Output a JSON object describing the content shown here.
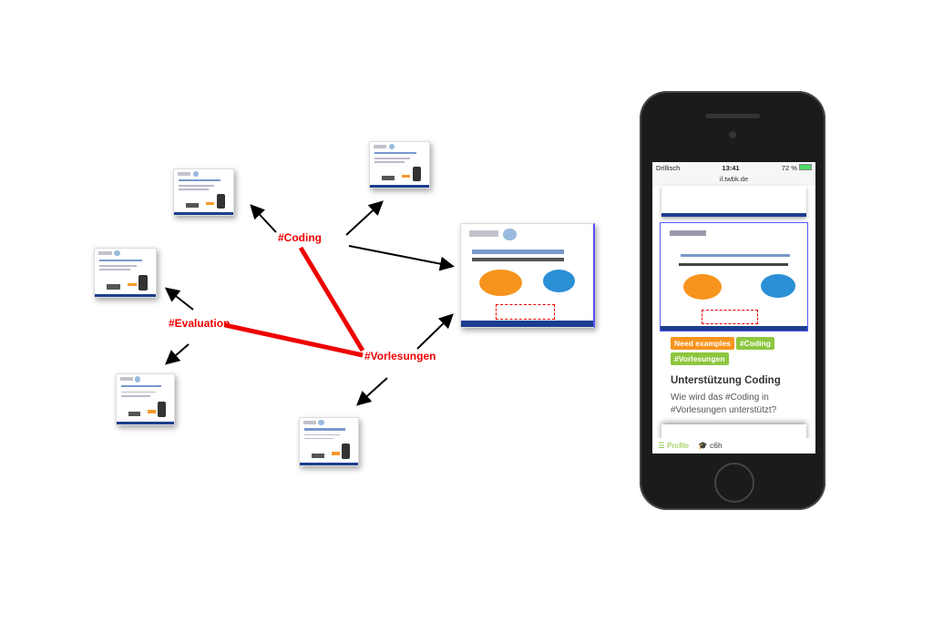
{
  "tags": {
    "coding": "#Coding",
    "evaluation": "#Evaluation",
    "vorlesungen": "#Vorlesungen"
  },
  "colors": {
    "tag": "#e00000",
    "orange": "#f7941d",
    "green": "#8dc63f",
    "footer": "#1c3d8f"
  },
  "phone": {
    "carrier": "Drillisch",
    "time": "13:41",
    "battery": "72 %",
    "url": "il.twbk.de",
    "chips": [
      "Need examples",
      "#Coding",
      "#Vorlesungen"
    ],
    "post_title": "Unterstützung Coding",
    "post_text": "Wie wird das #Coding in #Vorlesungen unterstützt?",
    "nav": {
      "profile": "Profile",
      "user": "c6h"
    }
  }
}
